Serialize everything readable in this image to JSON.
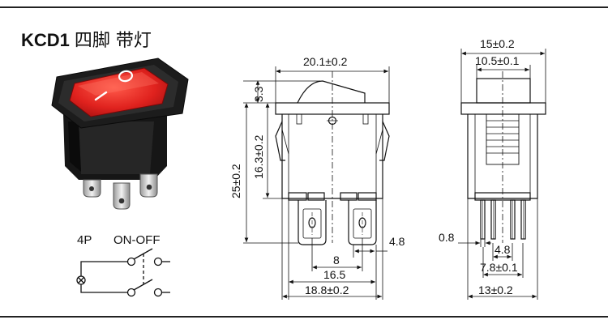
{
  "header": {
    "model": "KCD1",
    "description": "四脚 带灯"
  },
  "schematic": {
    "pins": "4P",
    "type": "ON-OFF"
  },
  "front_view": {
    "width": "20.1±0.2",
    "rocker_height": "3.3",
    "total_height": "25±0.2",
    "body_height": "16.3±0.2",
    "terminal_width": "4.8",
    "terminal_pitch": "8",
    "body_width_a": "16.5",
    "body_width_b": "18.8±0.2"
  },
  "side_view": {
    "top_width": "15±0.2",
    "rocker_width": "10.5±0.1",
    "terminal_thickness": "0.8",
    "terminal_pitch": "4.8",
    "terminal_span": "7.8±0.1",
    "body_depth": "13±0.2"
  },
  "colors": {
    "line": "#111111",
    "rocker": "#d81e1e",
    "housing": "#1a1a1a"
  }
}
